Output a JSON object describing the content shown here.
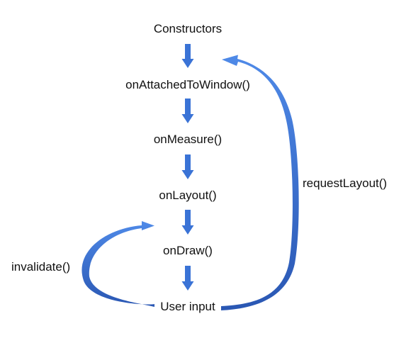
{
  "colors": {
    "arrow": "#3a73d6",
    "loop": "#2f63c4",
    "text": "#111111",
    "background": "#ffffff"
  },
  "nodes": {
    "constructors": "Constructors",
    "on_attached": "onAttachedToWindow()",
    "on_measure": "onMeasure()",
    "on_layout": "onLayout()",
    "on_draw": "onDraw()",
    "user_input": "User input"
  },
  "edges": {
    "invalidate": "invalidate()",
    "request_layout": "requestLayout()"
  }
}
